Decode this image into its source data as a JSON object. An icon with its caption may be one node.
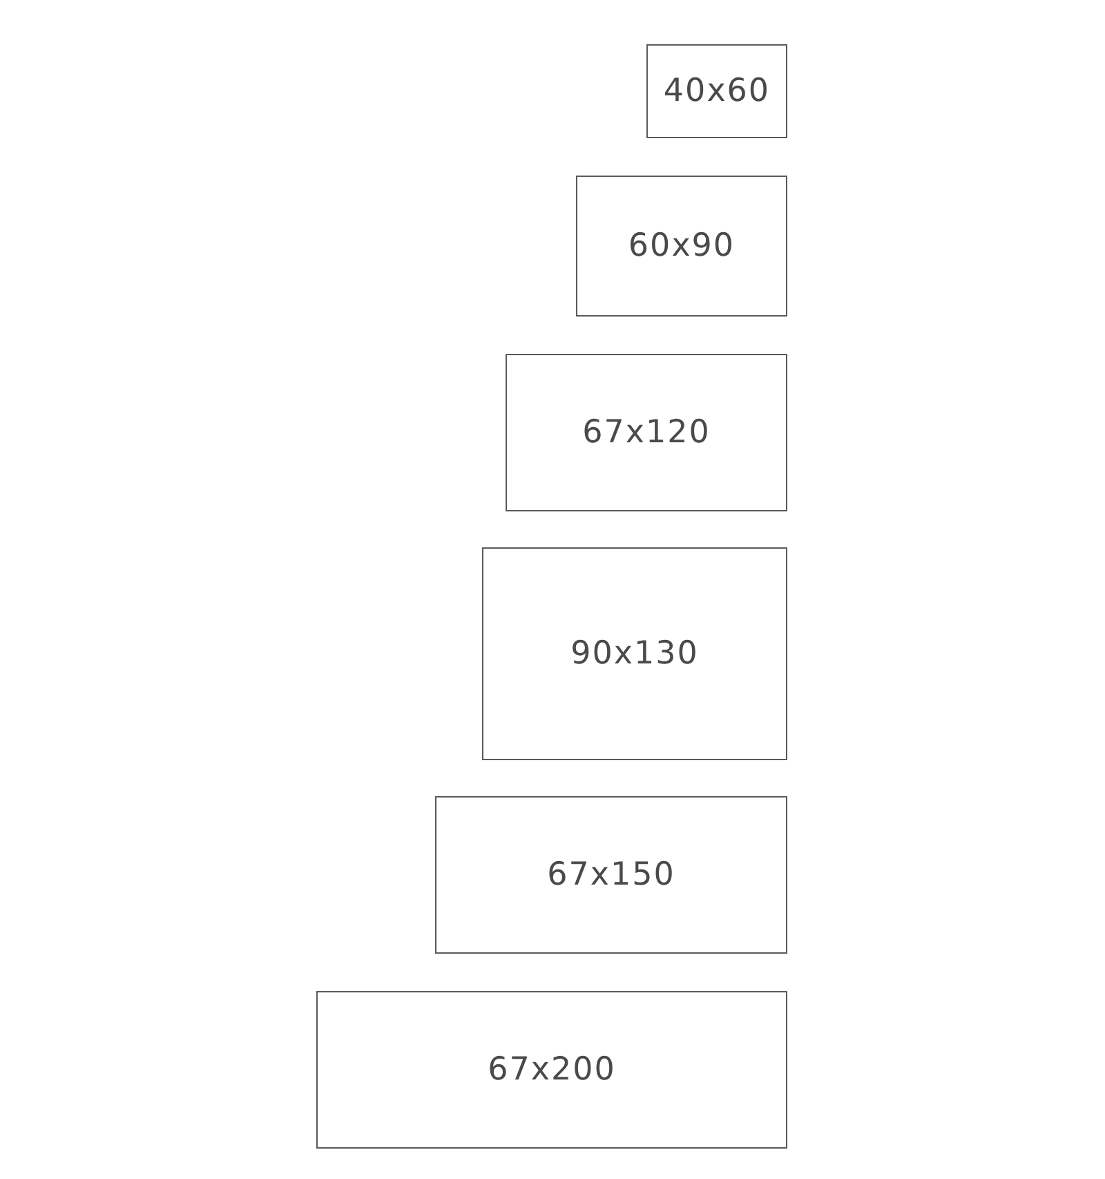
{
  "diagram": {
    "nodes": [
      {
        "text": [
          "40x60"
        ]
      },
      {
        "text": [
          "60x90"
        ]
      },
      {
        "text": [
          "67x120"
        ]
      },
      {
        "text": [
          "90x130"
        ]
      },
      {
        "text": [
          "67x150"
        ]
      },
      {
        "text": [
          "67x200"
        ]
      }
    ]
  }
}
